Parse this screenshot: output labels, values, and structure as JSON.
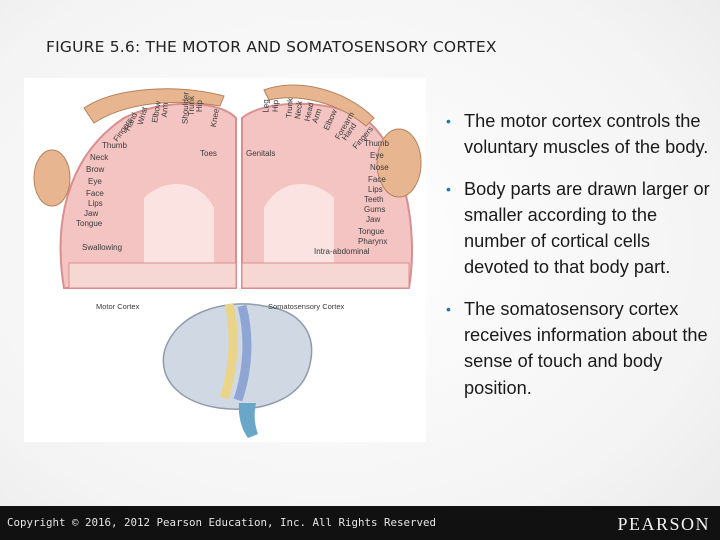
{
  "slide": {
    "title": "FIGURE 5.6: THE MOTOR AND SOMATOSENSORY CORTEX"
  },
  "figure": {
    "motor_label": "Motor Cortex",
    "somato_label": "Somatosensory Cortex",
    "motor_parts_top": [
      "Fingers",
      "Hand",
      "Wrist",
      "Elbow",
      "Arm",
      "Shoulder",
      "Trunk",
      "Hip",
      "Knee"
    ],
    "motor_parts_side": [
      "Thumb",
      "Neck",
      "Brow",
      "Eye",
      "Face",
      "Lips",
      "Jaw",
      "Tongue",
      "Swallowing"
    ],
    "motor_toes": "Toes",
    "somato_parts_top": [
      "Leg",
      "Hip",
      "Trunk",
      "Neck",
      "Head",
      "Arm",
      "Elbow",
      "Forearm",
      "Hand",
      "Fingers"
    ],
    "somato_parts_side": [
      "Thumb",
      "Eye",
      "Nose",
      "Face",
      "Lips",
      "Teeth",
      "Gums",
      "Jaw",
      "Tongue",
      "Pharynx",
      "Intra-abdominal"
    ],
    "somato_genitals": "Genitals"
  },
  "bullets": [
    "The motor cortex controls the voluntary muscles of the body.",
    "Body parts are drawn larger or smaller according to the number of cortical cells devoted to that body part.",
    "The somatosensory cortex receives information about the sense of touch and body position."
  ],
  "footer": {
    "copyright": "Copyright © 2016, 2012 Pearson Education, Inc. All Rights Reserved",
    "brand": "PEARSON"
  },
  "colors": {
    "cortex_fill": "#f3c4c1",
    "cortex_edge": "#d98f8f",
    "bullet": "#1f7aa8",
    "footer_bg": "#111111"
  }
}
